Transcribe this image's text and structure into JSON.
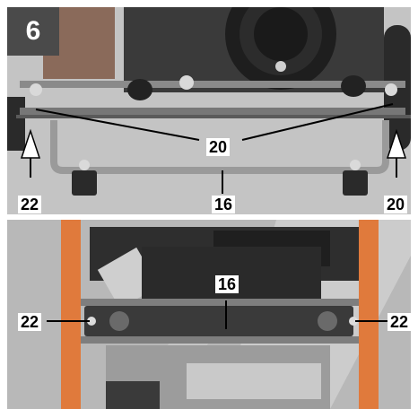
{
  "figure": {
    "step_number": "6",
    "top_panel": {
      "callouts": {
        "label_20_center": "20",
        "label_22_left": "22",
        "label_16": "16",
        "label_20_right": "20"
      }
    },
    "bottom_panel": {
      "callouts": {
        "label_16": "16",
        "label_22_left": "22",
        "label_22_right": "22"
      }
    }
  },
  "colors": {
    "badge": "#4a4a4a",
    "frame_orange": "#e07a3c",
    "background": "#ffffff"
  }
}
